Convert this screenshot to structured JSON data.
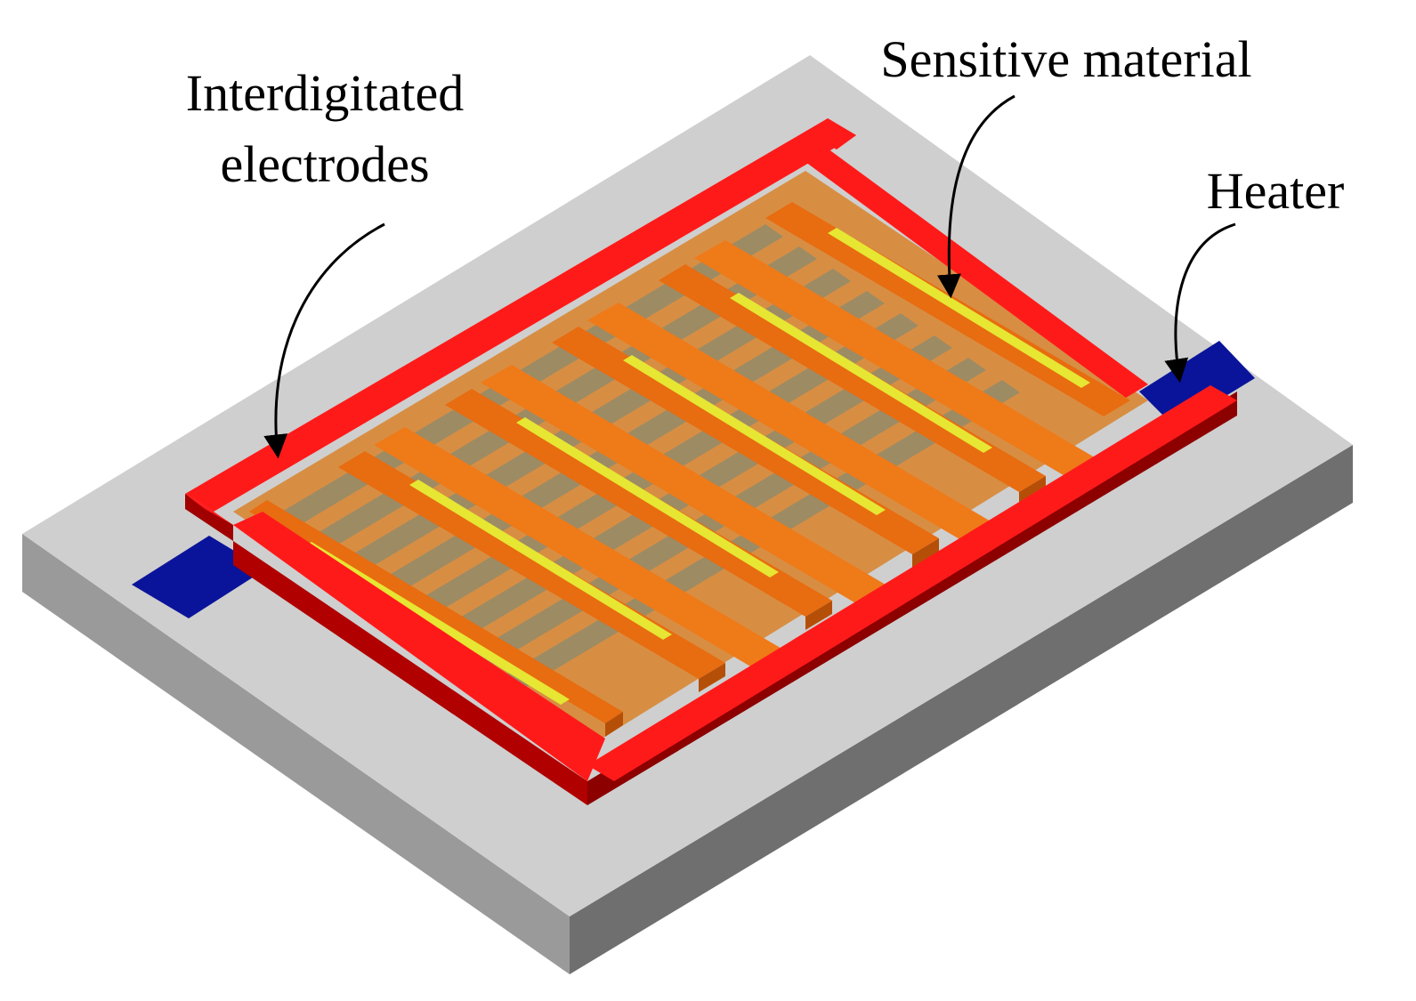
{
  "labels": {
    "electrodes_line1": "Interdigitated",
    "electrodes_line2": "electrodes",
    "sensitive": "Sensitive material",
    "heater": "Heater"
  },
  "colors": {
    "substrate_top": "#cfcfcf",
    "substrate_left": "#9a9a9a",
    "substrate_right": "#6f6f6f",
    "electrode": "#ff1a1a",
    "electrode_side": "#b00000",
    "finger": "#e86c10",
    "finger_side": "#b54f08",
    "heater_line": "#e6e633",
    "heater_pad": "#0a149a",
    "sensitive_film": "#d8822a",
    "gap": "#8a8a70"
  }
}
